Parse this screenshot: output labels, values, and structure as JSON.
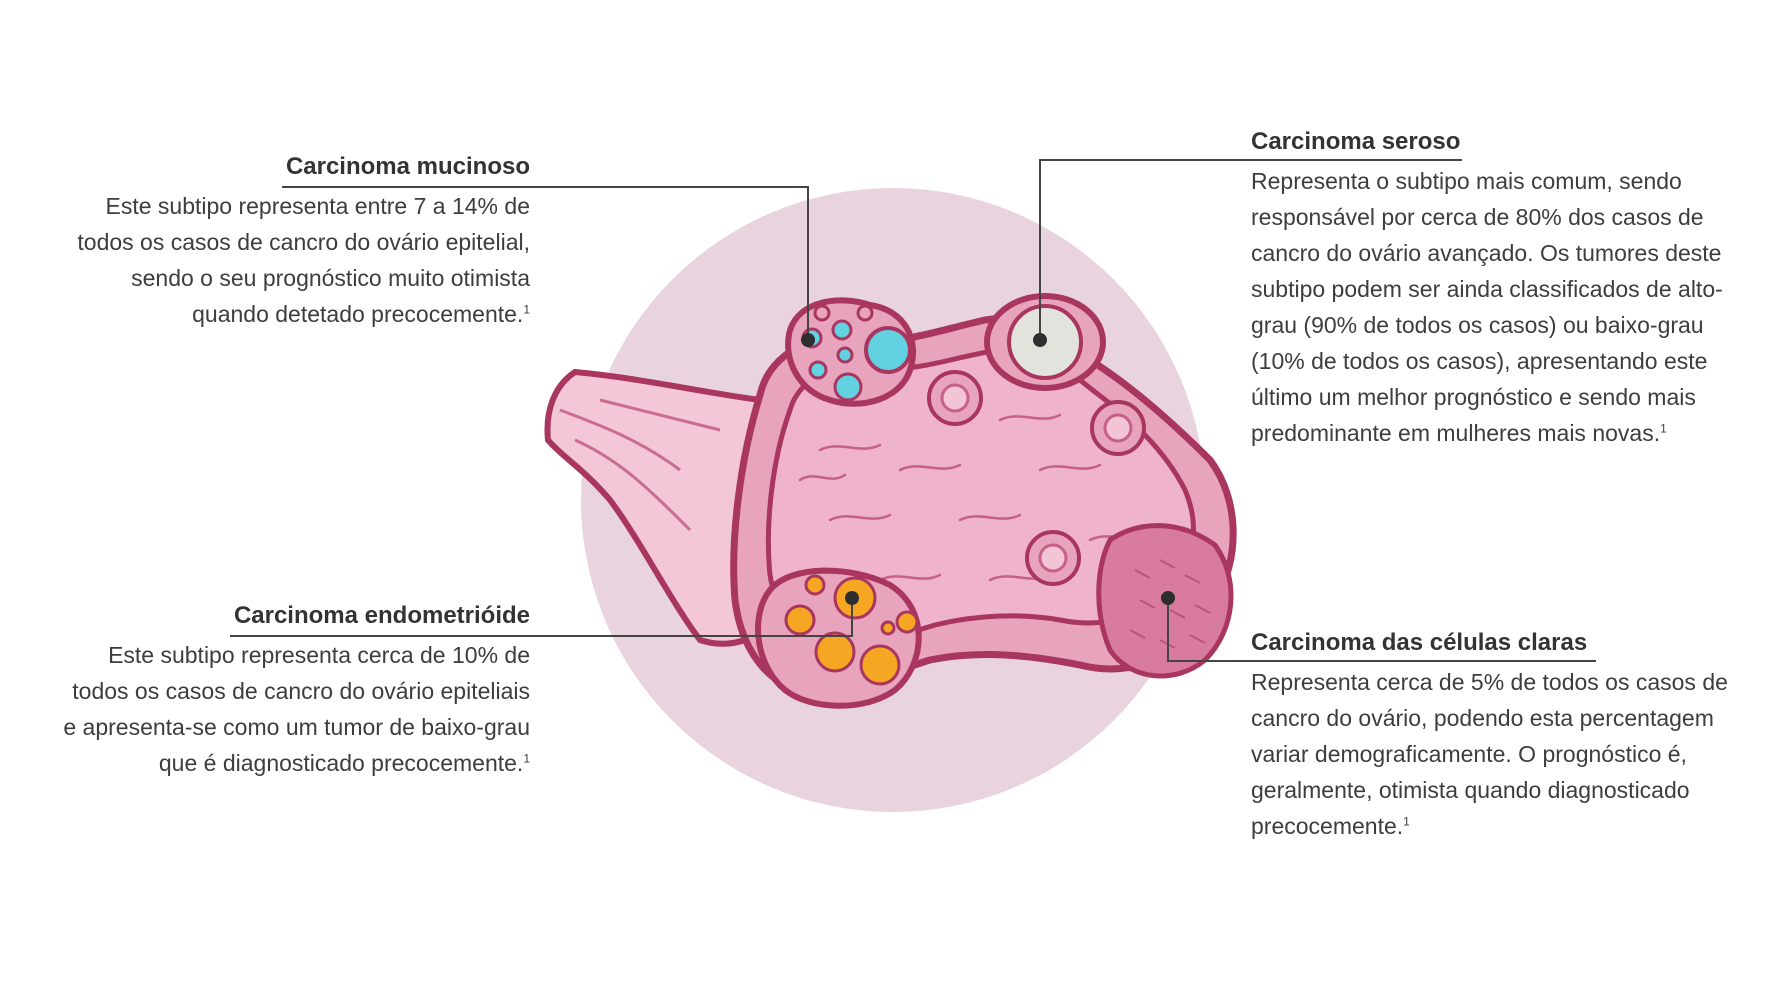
{
  "colors": {
    "background_circle": "#e9d3de",
    "outline": "#a8365f",
    "tissue_light": "#f2c4d6",
    "tissue_mid": "#e8a3bd",
    "cyst_blue": "#62d1e0",
    "cyst_orange": "#f5a623",
    "cyst_grey": "#e3e3de",
    "leader_line": "#444444"
  },
  "callouts": {
    "mucinoso": {
      "title": "Carcinoma mucinoso",
      "body": "Este subtipo representa entre 7 a 14% de todos os casos de cancro do ovário epitelial, sendo o seu prognóstico muito otimista quando detetado precocemente.",
      "ref": "1"
    },
    "endometrioide": {
      "title": "Carcinoma endometrióide",
      "body": "Este subtipo representa cerca de 10% de todos os casos de cancro do ovário epiteliais e apresenta-se como um tumor de baixo-grau que é diagnosticado precocemente.",
      "ref": "1"
    },
    "seroso": {
      "title": "Carcinoma seroso",
      "body": "Representa o subtipo mais comum, sendo responsável por cerca de 80% dos casos de cancro do ovário avançado. Os tumores deste subtipo podem ser ainda classificados de alto-grau (90% de todos os casos) ou baixo-grau (10% de todos os casos), apresentando este último um melhor prognóstico e sendo mais predominante em mulheres mais novas.",
      "ref": "1"
    },
    "claras": {
      "title": "Carcinoma das células claras",
      "body": "Representa cerca de 5% de todos os casos de cancro do ovário, podendo esta percentagem variar demograficamente. O prognóstico é, geralmente, otimista quando diagnosticado precocemente.",
      "ref": "1"
    }
  }
}
